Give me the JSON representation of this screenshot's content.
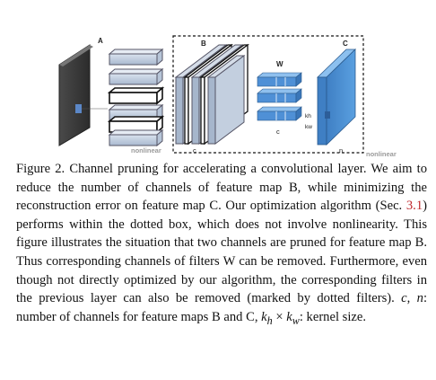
{
  "figure": {
    "label_a": "A",
    "label_b": "B",
    "label_c": "C",
    "label_w": "W",
    "label_c_small": "c",
    "label_c_bottom": "c",
    "label_n_bottom": "n",
    "label_kh": "kh",
    "label_kw": "kw",
    "nonlinear_left": "nonlinear",
    "nonlinear_right": "nonlinear"
  },
  "caption": {
    "prefix": "Figure 2. Channel pruning for accelerating a convolutional layer. We aim to reduce the number of channels of feature map B, while minimizing the reconstruction error on feature map C. Our optimization algorithm (Sec. ",
    "ref": "3.1",
    "suffix1": ") performs within the dotted box, which does not involve nonlinearity. This figure illustrates the situation that two channels are pruned for feature map B. Thus corresponding channels of filters W can be removed. Furthermore, even though not directly optimized by our algorithm, the corresponding filters in the previous layer can also be removed (marked by dotted filters). ",
    "var_c": "c",
    "sep1": ", ",
    "var_n": "n",
    "suffix2": ": number of channels for feature maps B and C, ",
    "var_kh": "k",
    "var_kh_sub": "h",
    "times": " × ",
    "var_kw": "k",
    "var_kw_sub": "w",
    "suffix3": ": kernel size."
  }
}
